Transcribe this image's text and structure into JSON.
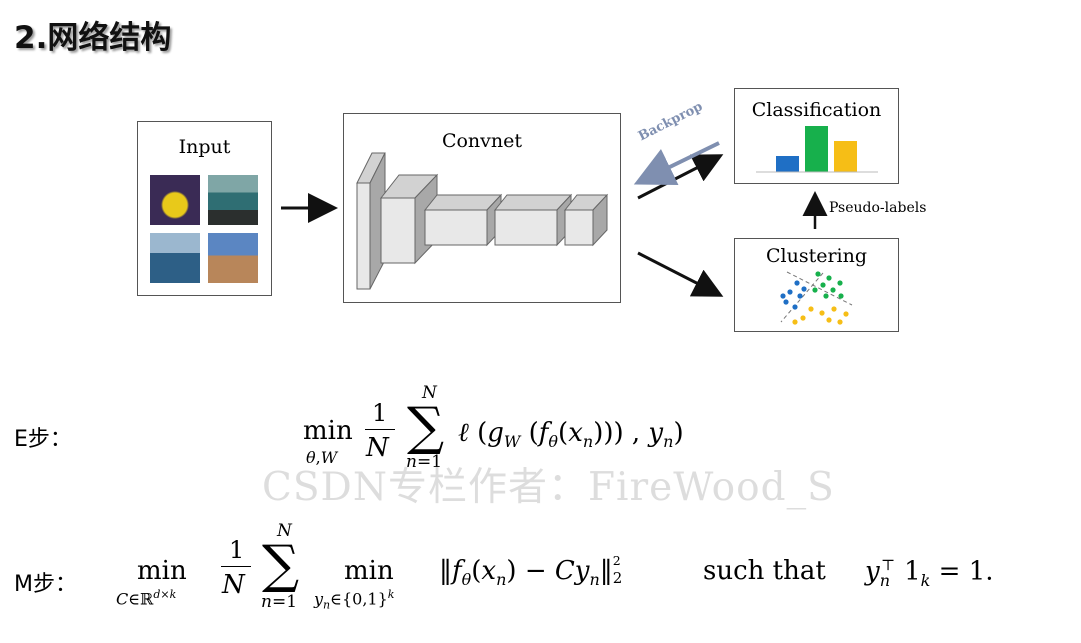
{
  "title": "2.网络结构",
  "diagram": {
    "input_label": "Input",
    "convnet_label": "Convnet",
    "classification_label": "Classification",
    "clustering_label": "Clustering",
    "backprop_label": "Backprop",
    "pseudo_labels_label": "Pseudo-labels",
    "bar_colors": [
      "#1f6fc5",
      "#17b04c",
      "#f6be16"
    ]
  },
  "equations": {
    "e_step_label": "E步：",
    "m_step_label": "M步：",
    "m_constraint_text": "such that"
  },
  "watermark": "CSDN专栏作者：FireWood_S"
}
